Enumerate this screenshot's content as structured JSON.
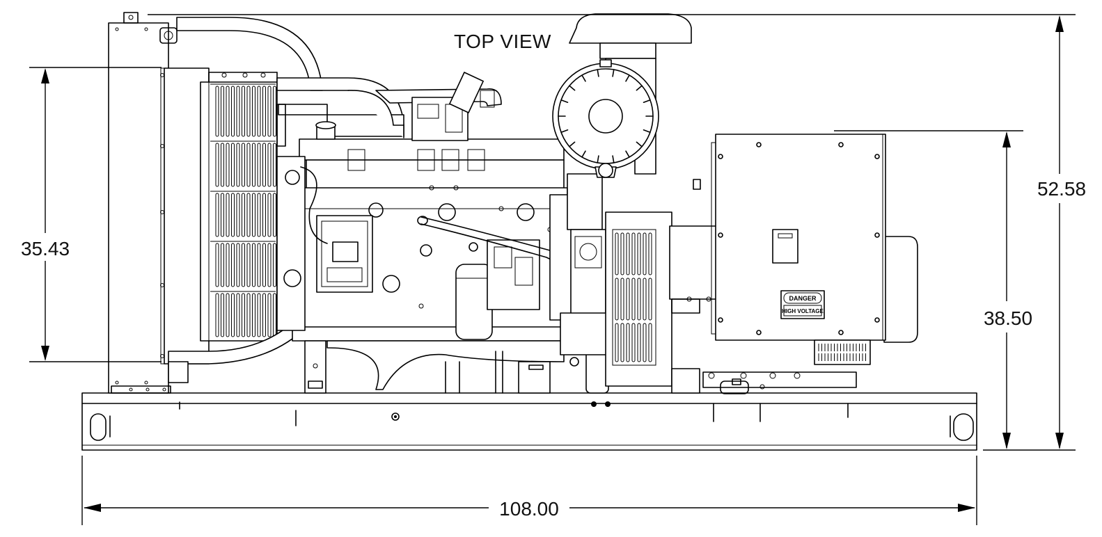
{
  "view_label": "TOP VIEW",
  "dimensions": {
    "radiator_height": "35.43",
    "overall_height": "52.58",
    "alternator_height": "38.50",
    "overall_length": "108.00"
  },
  "warning_label": {
    "line1": "DANGER",
    "line2": "HIGH VOLTAGE"
  },
  "colors": {
    "line": "#000000",
    "background": "#ffffff"
  }
}
